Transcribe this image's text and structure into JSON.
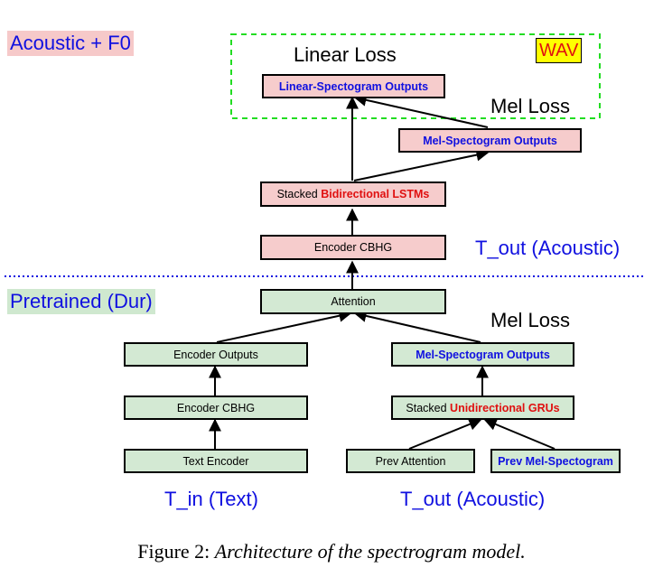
{
  "regions": {
    "acoustic_tag": "Acoustic + F0",
    "pretrained_tag": "Pretrained (Dur)"
  },
  "wav_label": "WAV",
  "losses": {
    "linear_loss": "Linear Loss",
    "mel_loss_top": "Mel Loss",
    "mel_loss_bottom": "Mel Loss"
  },
  "boxes": {
    "linear_outputs": "Linear-Spectogram Outputs",
    "mel_outputs_top": "Mel-Spectogram Outputs",
    "stacked_lstm_prefix": "Stacked ",
    "stacked_lstm_highlight": "Bidirectional LSTMs",
    "encoder_cbhg_top": "Encoder CBHG",
    "attention": "Attention",
    "encoder_outputs": "Encoder Outputs",
    "encoder_cbhg_bottom": "Encoder CBHG",
    "text_encoder": "Text Encoder",
    "mel_outputs_bottom": "Mel-Spectogram Outputs",
    "stacked_gru_prefix": "Stacked ",
    "stacked_gru_highlight": "Unidirectional GRUs",
    "prev_attention": "Prev Attention",
    "prev_mel": "Prev Mel-Spectogram"
  },
  "inputs": {
    "t_out_acoustic_right": "T_out (Acoustic)",
    "t_in_text": "T_in (Text)",
    "t_out_acoustic_bottom": "T_out (Acoustic)"
  },
  "caption": {
    "prefix": "Figure 2: ",
    "text": "Architecture of the spectrogram model."
  },
  "colors": {
    "pink_fill": "#f6cccc",
    "green_fill": "#d3e9d3",
    "blue_text": "#1010e0",
    "red_text": "#e01010",
    "dashed_green": "#22dd22",
    "dotted_blue": "#1010e0"
  }
}
